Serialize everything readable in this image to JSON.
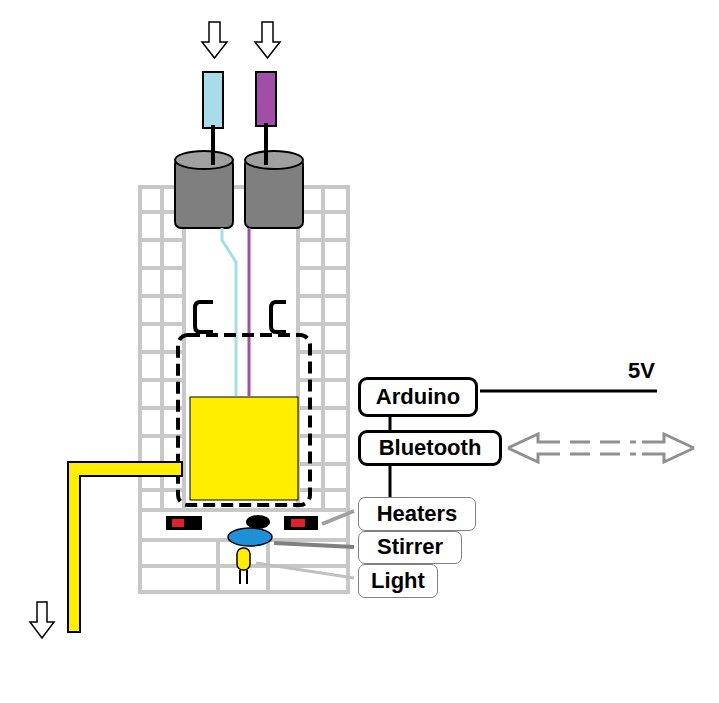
{
  "diagram": {
    "nodes": [
      {
        "text": [
          "Arduino"
        ]
      },
      {
        "text": [
          "Bluetooth"
        ]
      },
      {
        "text": [
          "Heaters"
        ]
      },
      {
        "text": [
          "Stirrer"
        ]
      },
      {
        "text": [
          "Light"
        ]
      }
    ],
    "edges": [
      {
        "from": 0,
        "to": 1,
        "arrow": "none"
      },
      {
        "from": 1,
        "to": 2,
        "arrow": "none"
      }
    ],
    "labels": [
      "5V"
    ]
  }
}
